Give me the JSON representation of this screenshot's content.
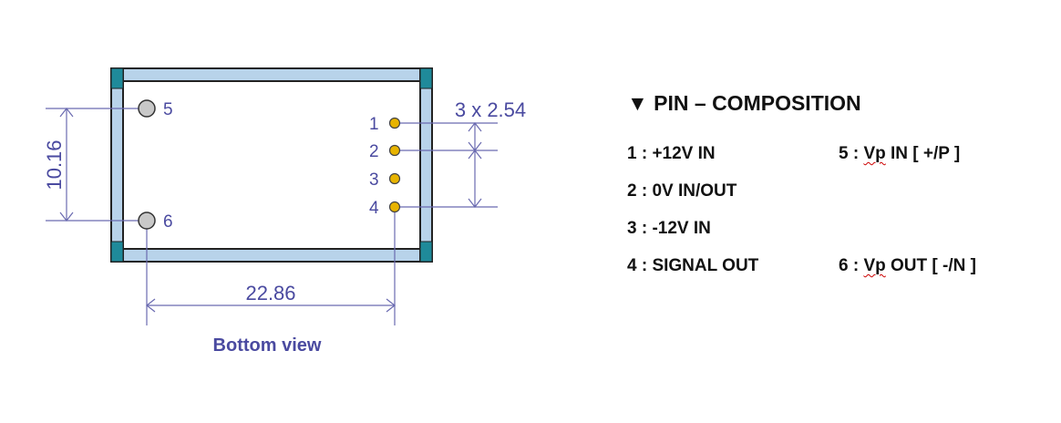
{
  "diagram": {
    "view_label": "Bottom view",
    "dim_width": "22.86",
    "dim_height": "10.16",
    "dim_pitch": "3 x 2.54",
    "left_pins": [
      "5",
      "6"
    ],
    "right_pins": [
      "1",
      "2",
      "3",
      "4"
    ]
  },
  "composition": {
    "marker": "▼",
    "title": "PIN – COMPOSITION",
    "rows": [
      {
        "a": "1 : +12V IN",
        "b_pre": "5 : ",
        "b_mark": "Vp",
        "b_post": " IN [ +/P ]"
      },
      {
        "a": "2 : 0V IN/OUT"
      },
      {
        "a": "3 : -12V IN"
      },
      {
        "a": "4 : SIGNAL OUT",
        "b_pre": "6 : ",
        "b_mark": "Vp",
        "b_post": " OUT [ -/N ]"
      }
    ]
  },
  "colors": {
    "frame_fill": "#b8d3ea",
    "frame_corner": "#1f8a9a",
    "dimension_line": "#6a6ab0",
    "label_text": "#4a4aa0",
    "grey_pin": "#c8c8c8",
    "yellow_pin": "#e8b400"
  }
}
